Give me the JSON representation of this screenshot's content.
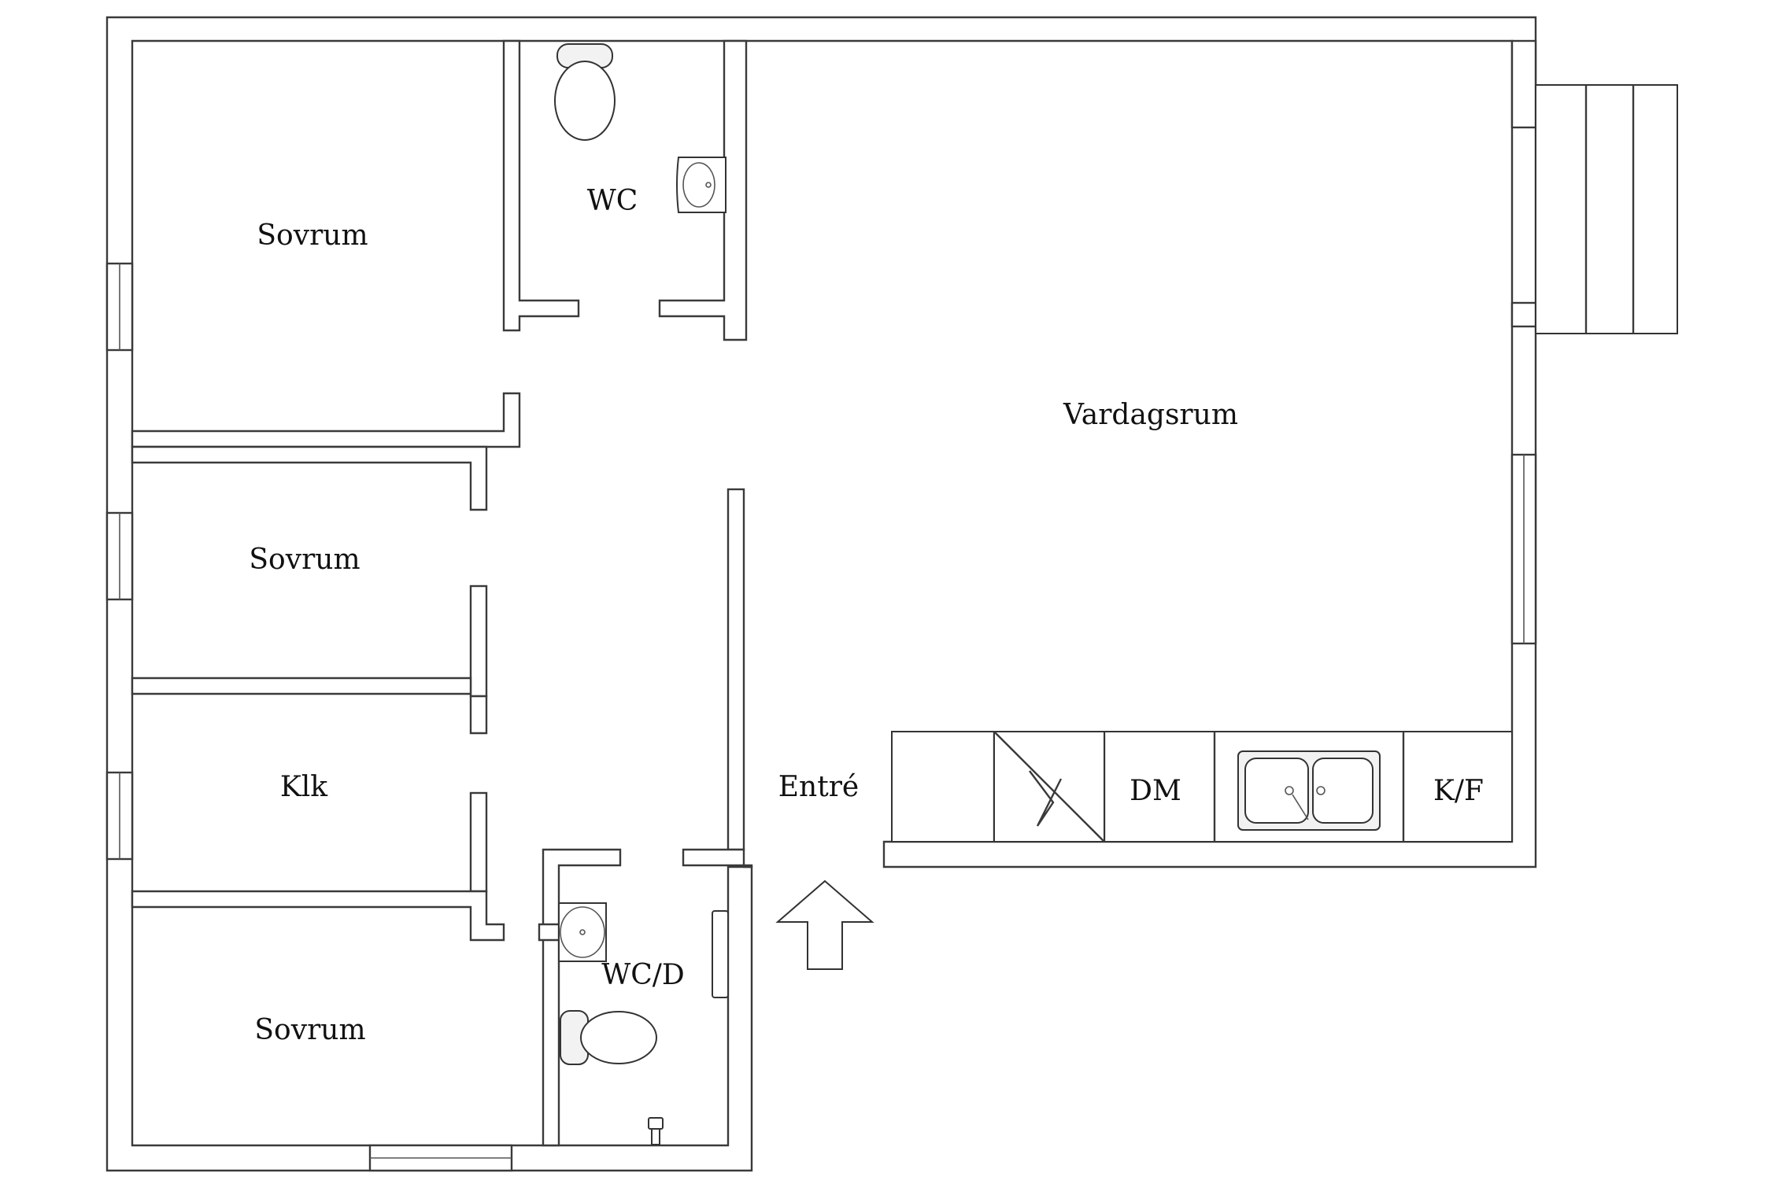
{
  "rooms": {
    "sovrum_1": "Sovrum",
    "wc": "WC",
    "vardagsrum": "Vardagsrum",
    "sovrum_2": "Sovrum",
    "klk": "Klk",
    "entre": "Entré",
    "sovrum_3": "Sovrum",
    "wc_d": "WC/D"
  },
  "kitchen": {
    "dm": "DM",
    "kf": "K/F"
  },
  "icons": [
    "toilet-icon",
    "sink-icon",
    "double-sink-icon",
    "stove-icon",
    "entrance-arrow-icon",
    "floor-drain-icon",
    "stairs-icon"
  ]
}
